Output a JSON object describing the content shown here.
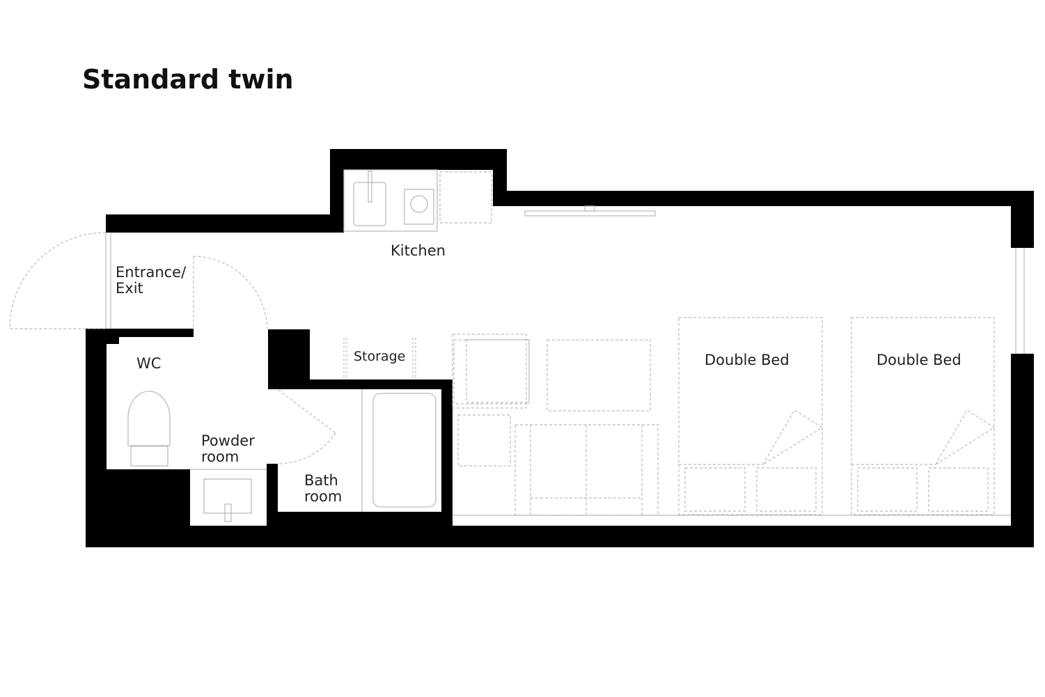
{
  "title": "Standard twin",
  "rooms": {
    "kitchen": "Kitchen",
    "entrance_line1": "Entrance/",
    "entrance_line2": "Exit",
    "wc": "WC",
    "powder_line1": "Powder",
    "powder_line2": "room",
    "bath_line1": "Bath",
    "bath_line2": "room",
    "storage": "Storage",
    "bed1": "Double Bed",
    "bed2": "Double Bed"
  },
  "colors": {
    "wall": "#000000",
    "fixture": "#bbbbbb",
    "furniture_dashed": "#bbbbbb",
    "text": "#222222"
  }
}
